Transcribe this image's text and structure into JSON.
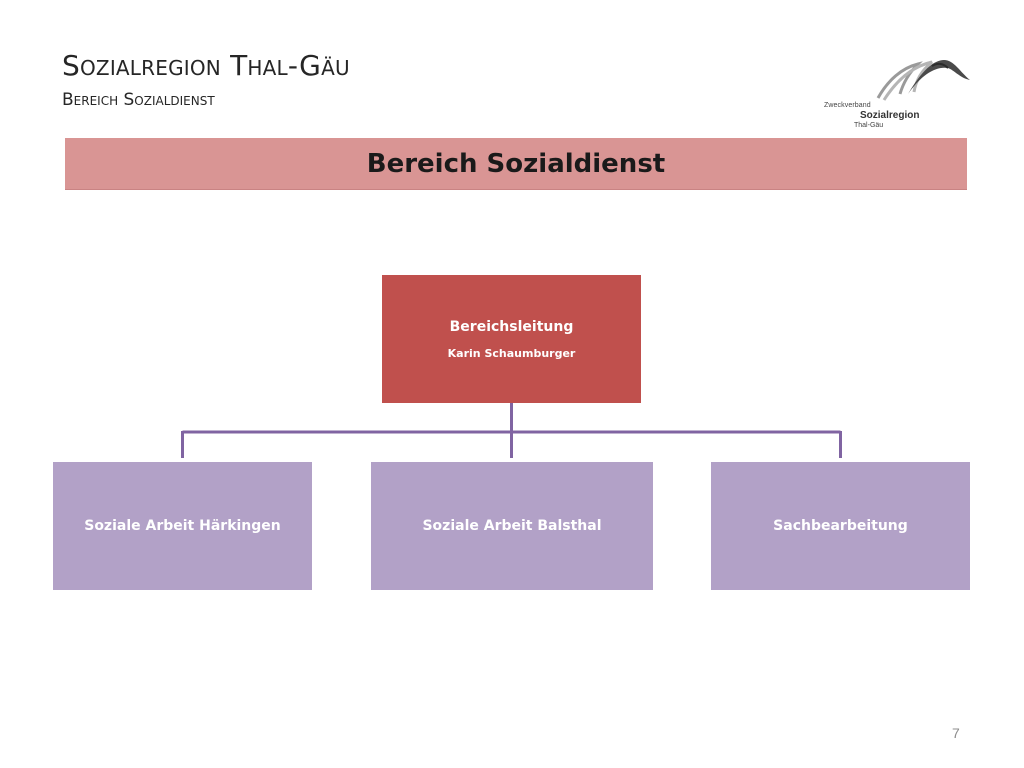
{
  "header": {
    "title": "Sozialregion Thal-Gäu",
    "subtitle": "Bereich Sozialdienst"
  },
  "logo": {
    "line1": "Zweckverband",
    "line2": "Sozialregion",
    "line3": "Thal-Gäu",
    "icon": "bird-mountain-logo-icon"
  },
  "banner": {
    "text": "Bereich Sozialdienst"
  },
  "org_chart": {
    "head": {
      "title": "Bereichsleitung",
      "person": "Karin Schaumburger"
    },
    "children": [
      {
        "label": "Soziale Arbeit Härkingen"
      },
      {
        "label": "Soziale Arbeit Balsthal"
      },
      {
        "label": "Sachbearbeitung"
      }
    ]
  },
  "page_number": "7",
  "colors": {
    "banner": "#d99594",
    "head_box": "#c0504d",
    "child_box": "#b2a1c7",
    "connector": "#8064a2"
  }
}
